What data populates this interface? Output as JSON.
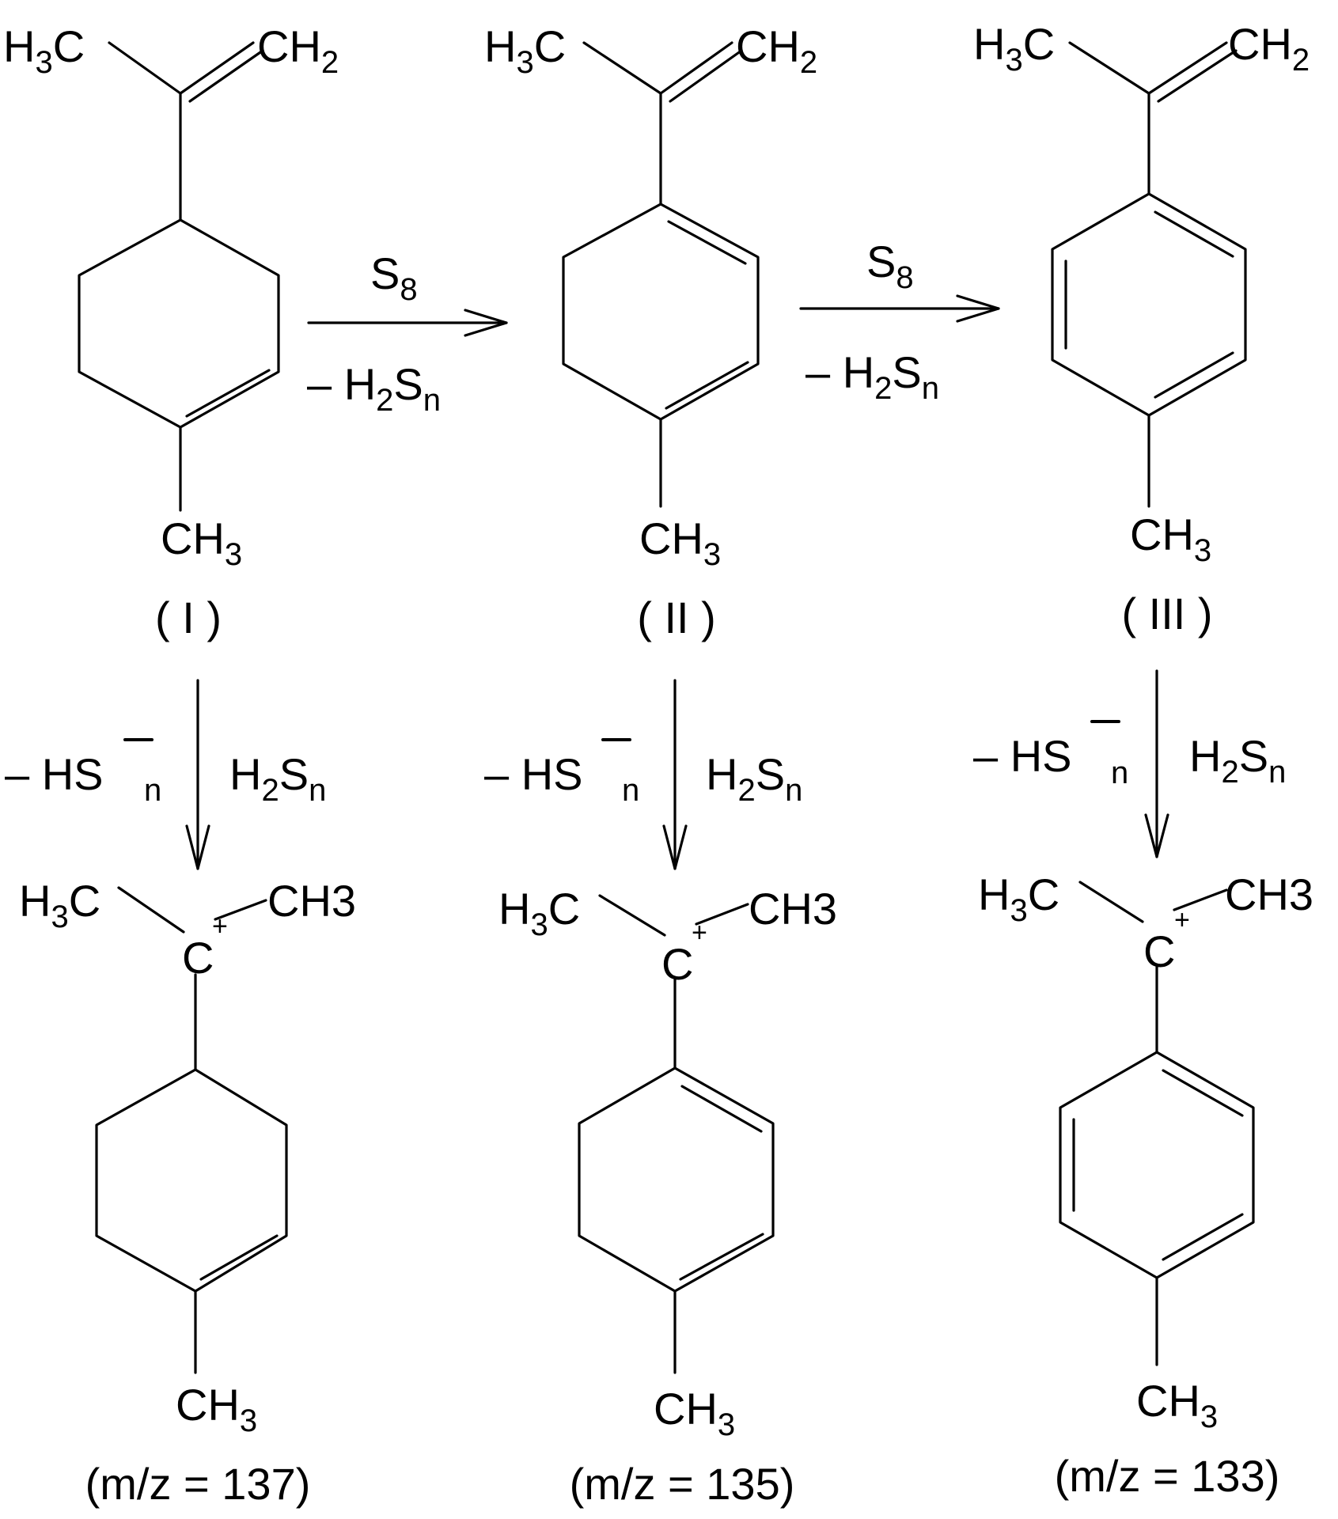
{
  "compounds": [
    {
      "roman": "I",
      "label": "( I )"
    },
    {
      "roman": "II",
      "label": "( II )"
    },
    {
      "roman": "III",
      "label": "( III )"
    }
  ],
  "ions": [
    {
      "mz_label": "(m/z = 137)"
    },
    {
      "mz_label": "(m/z = 135)"
    },
    {
      "mz_label": "(m/z = 133)"
    }
  ],
  "groups": {
    "methyl_left": "H3C",
    "methylene": "CH2",
    "methyl_bottom": "CH3",
    "methyl_right": "CH3",
    "carbocation": "C",
    "charge": "+"
  },
  "reagents": {
    "sulfur": "S8",
    "loss_h2sn": "– H2Sn",
    "loss_hsn": "– HS−n",
    "add_h2sn": "H2Sn"
  }
}
